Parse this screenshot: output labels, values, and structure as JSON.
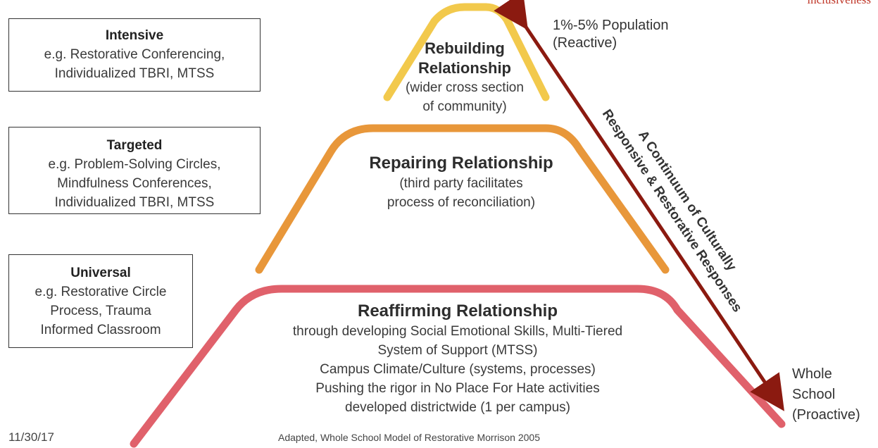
{
  "brand_text": "inclusiveness",
  "tiers": {
    "intensive": {
      "title": "Intensive",
      "lines": [
        "e.g. Restorative Conferencing,",
        "Individualized TBRI, MTSS"
      ]
    },
    "targeted": {
      "title": "Targeted",
      "lines": [
        "e.g. Problem-Solving Circles,",
        "Mindfulness Conferences,",
        "Individualized TBRI, MTSS"
      ]
    },
    "universal": {
      "title": "Universal",
      "lines": [
        "e.g. Restorative Circle",
        "Process,  Trauma",
        "Informed Classroom"
      ]
    }
  },
  "layers": {
    "top": {
      "title_lines": [
        "Rebuilding",
        "Relationship"
      ],
      "lines": [
        "(wider cross section",
        "of community)"
      ],
      "color": "#f2c94c"
    },
    "middle": {
      "title": "Repairing Relationship",
      "lines": [
        "(third party facilitates",
        "process of reconciliation)"
      ],
      "color": "#e8973a"
    },
    "bottom": {
      "title": "Reaffirming Relationship",
      "lines": [
        "through developing Social Emotional Skills, Multi-Tiered",
        "System of Support (MTSS)",
        "Campus Climate/Culture (systems, processes)",
        "Pushing the rigor in No Place For Hate activities",
        "developed  districtwide (1 per campus)"
      ],
      "color": "#e0616b"
    }
  },
  "continuum": {
    "label_lines": [
      "A Continuum of Culturally",
      "Responsive & Restorative Responses"
    ],
    "arrow_color": "#8b1a10",
    "top_label_lines": [
      "1%-5% Population",
      "(Reactive)"
    ],
    "bottom_label_lines": [
      "Whole",
      "School",
      "(Proactive)"
    ]
  },
  "footer": {
    "date": "11/30/17",
    "credit": "Adapted, Whole School Model of Restorative Morrison 2005"
  }
}
